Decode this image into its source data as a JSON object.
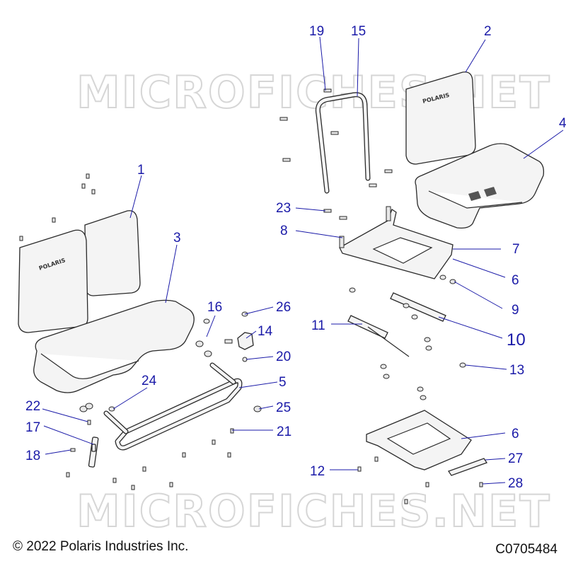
{
  "watermark": "MICROFICHES.NET",
  "brand_mark": "POLARIS",
  "copyright": "© 2022 Polaris Industries Inc.",
  "diagram_id": "C0705484",
  "callouts": {
    "c1": "1",
    "c2": "2",
    "c3": "3",
    "c4": "4",
    "c5": "5",
    "c6a": "6",
    "c6b": "6",
    "c7": "7",
    "c8": "8",
    "c9": "9",
    "c10": "10",
    "c11": "11",
    "c12": "12",
    "c13": "13",
    "c14": "14",
    "c15": "15",
    "c16": "16",
    "c17": "17",
    "c18": "18",
    "c19": "19",
    "c20": "20",
    "c21": "21",
    "c22": "22",
    "c23": "23",
    "c24": "24",
    "c25": "25",
    "c26": "26",
    "c27": "27",
    "c28": "28"
  },
  "colors": {
    "callout": "#1a1aa8",
    "line": "#2a2a2a",
    "watermark": "#d6d6d6"
  }
}
